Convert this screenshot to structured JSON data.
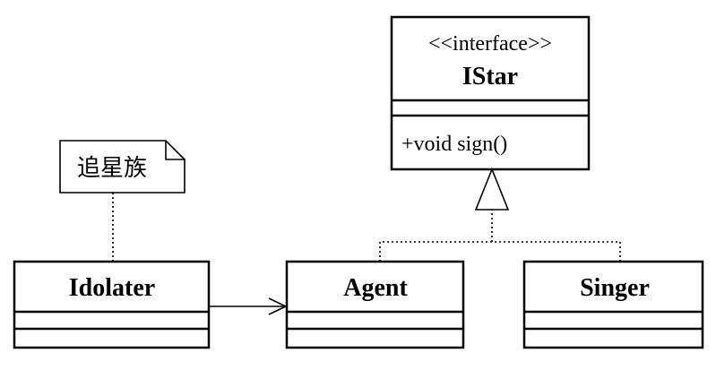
{
  "interface_class": {
    "stereotype": "<<interface>>",
    "name": "IStar",
    "attributes": [],
    "operations": [
      "+void sign()"
    ]
  },
  "classes": [
    {
      "name": "Idolater"
    },
    {
      "name": "Agent"
    },
    {
      "name": "Singer"
    }
  ],
  "note": {
    "text": "追星族"
  }
}
